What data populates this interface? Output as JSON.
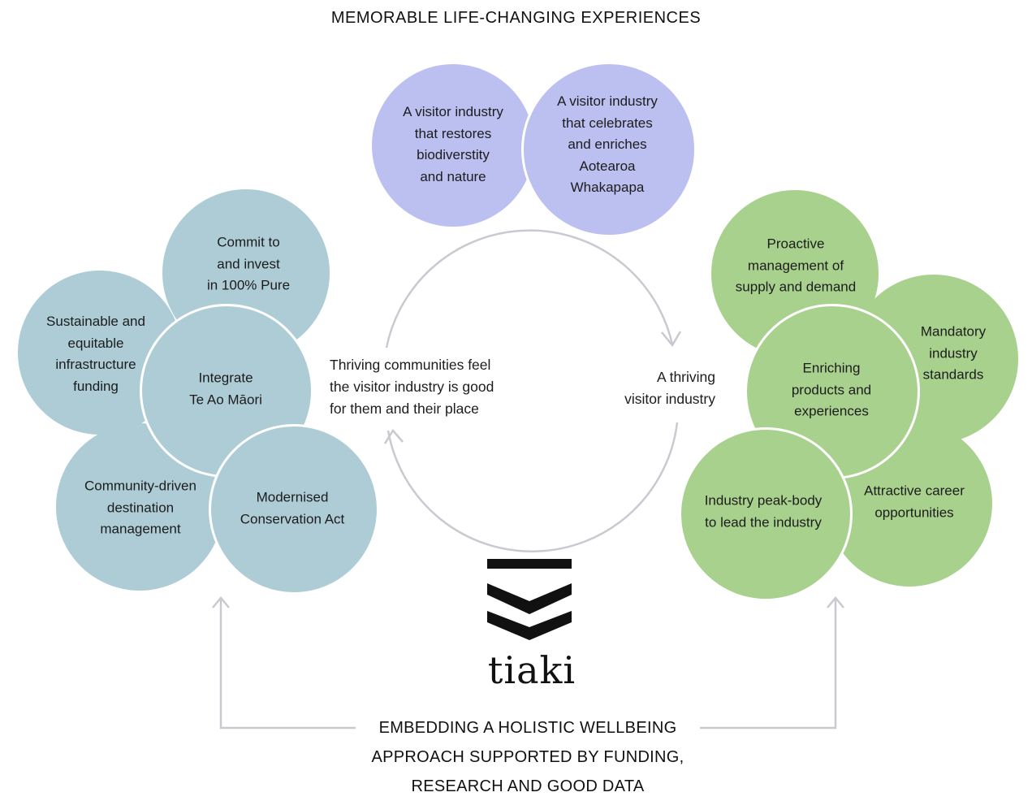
{
  "heading_top": "MEMORABLE LIFE-CHANGING EXPERIENCES",
  "footer_lines": [
    "EMBEDDING A HOLISTIC WELLBEING",
    "APPROACH SUPPORTED BY FUNDING,",
    "RESEARCH AND GOOD DATA"
  ],
  "logo_text": "tiaki",
  "purple": {
    "restores": [
      "A visitor industry",
      "that restores",
      "biodiverstity",
      "and nature"
    ],
    "celebrates": [
      "A visitor industry",
      "that celebrates",
      "and enriches",
      "Aotearoa",
      "Whakapapa"
    ]
  },
  "blue": {
    "commit": [
      "Commit to",
      "and invest",
      "in 100% Pure"
    ],
    "sustainable": [
      "Sustainable and",
      "equitable",
      "infrastructure",
      "funding"
    ],
    "integrate": [
      "Integrate",
      "Te Ao Māori"
    ],
    "community": [
      "Community-driven",
      "destination",
      "management"
    ],
    "conservation": [
      "Modernised",
      "Conservation Act"
    ]
  },
  "green": {
    "proactive": [
      "Proactive",
      "management of",
      "supply and demand"
    ],
    "mandatory": [
      "Mandatory",
      "industry",
      "standards"
    ],
    "enriching": [
      "Enriching",
      "products and",
      "experiences"
    ],
    "attractive": [
      "Attractive career",
      "opportunities"
    ],
    "peak": [
      "Industry peak-body",
      "to lead the industry"
    ]
  },
  "cycle": {
    "left_text": [
      "Thriving communities feel",
      "the visitor industry is good",
      "for them and their place"
    ],
    "right_text": [
      "A thriving",
      "visitor industry"
    ]
  },
  "colors": {
    "purple": "#bcc0f0",
    "blue": "#adccd6",
    "green": "#a9d18e",
    "arrow": "#c9c9d1"
  }
}
